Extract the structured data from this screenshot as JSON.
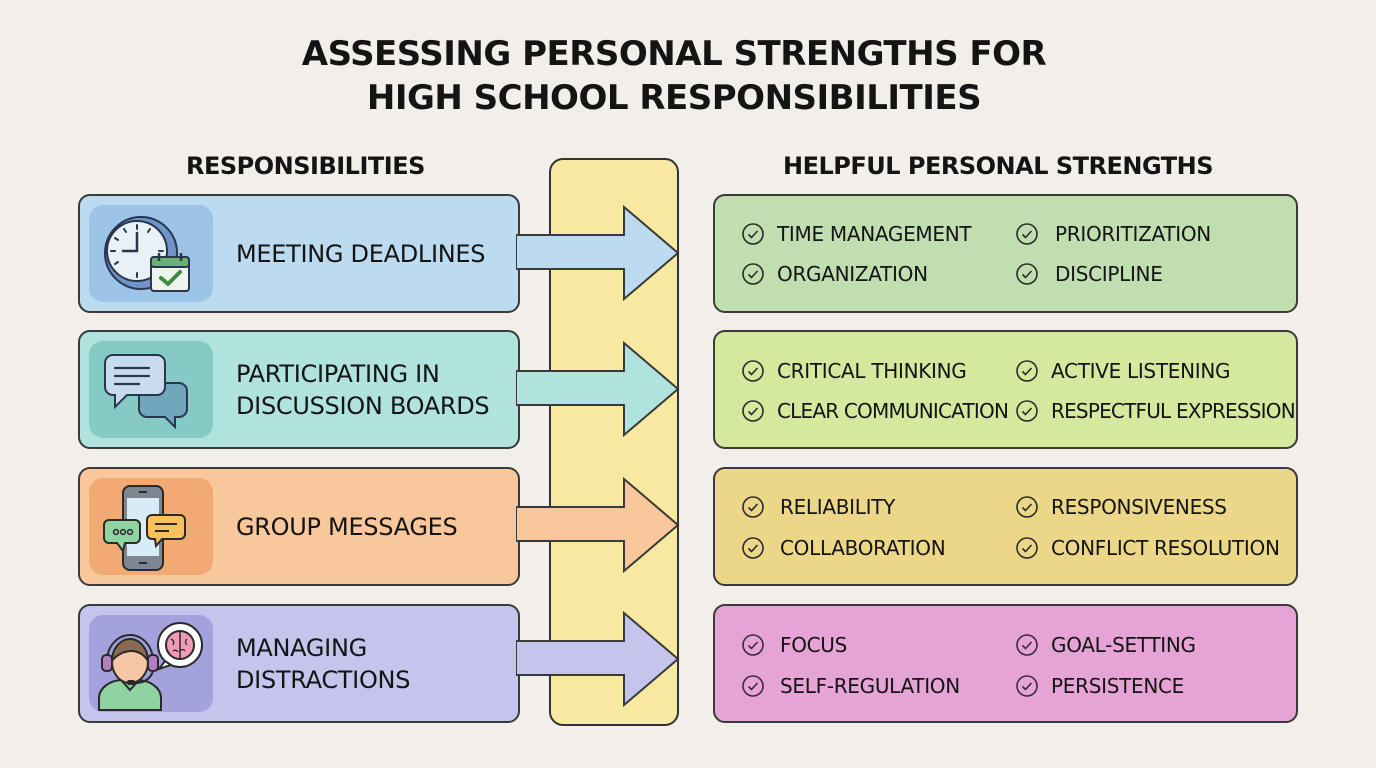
{
  "title": {
    "line1": "ASSESSING PERSONAL STRENGTHS FOR",
    "line2": "HIGH SCHOOL RESPONSIBILITIES"
  },
  "headers": {
    "left": "RESPONSIBILITIES",
    "right": "HELPFUL PERSONAL STRENGTHS"
  },
  "colors": {
    "background": "#f2efea",
    "connector": "#f7e9a2",
    "outline": "#3a3a3a"
  },
  "rows": [
    {
      "responsibility": {
        "line1": "MEETING DEADLINES",
        "line2": ""
      },
      "icon": "clock-calendar-icon",
      "card_color": "#bcdaf0",
      "icon_bg": "#9cc4e6",
      "strength_color": "#c0deb0",
      "strengths": [
        "TIME MANAGEMENT",
        "PRIORITIZATION",
        "ORGANIZATION",
        "DISCIPLINE"
      ]
    },
    {
      "responsibility": {
        "line1": "PARTICIPATING IN",
        "line2": "DISCUSSION BOARDS"
      },
      "icon": "chat-bubbles-icon",
      "card_color": "#b0e2de",
      "icon_bg": "#86cac6",
      "strength_color": "#d4e89e",
      "strengths": [
        "CRITICAL THINKING",
        "ACTIVE LISTENING",
        "CLEAR COMMUNICATION",
        "RESPECTFUL EXPRESSION"
      ]
    },
    {
      "responsibility": {
        "line1": "GROUP MESSAGES",
        "line2": ""
      },
      "icon": "phone-messages-icon",
      "card_color": "#f8c79c",
      "icon_bg": "#f2aa74",
      "strength_color": "#ecd687",
      "strengths": [
        "RELIABILITY",
        "RESPONSIVENESS",
        "COLLABORATION",
        "CONFLICT RESOLUTION"
      ]
    },
    {
      "responsibility": {
        "line1": "MANAGING",
        "line2": "DISTRACTIONS"
      },
      "icon": "person-headset-brain-icon",
      "card_color": "#c5c4ec",
      "icon_bg": "#a3a2dc",
      "strength_color": "#e6a4d6",
      "strengths": [
        "FOCUS",
        "GOAL-SETTING",
        "SELF-REGULATION",
        "PERSISTENCE"
      ]
    }
  ]
}
